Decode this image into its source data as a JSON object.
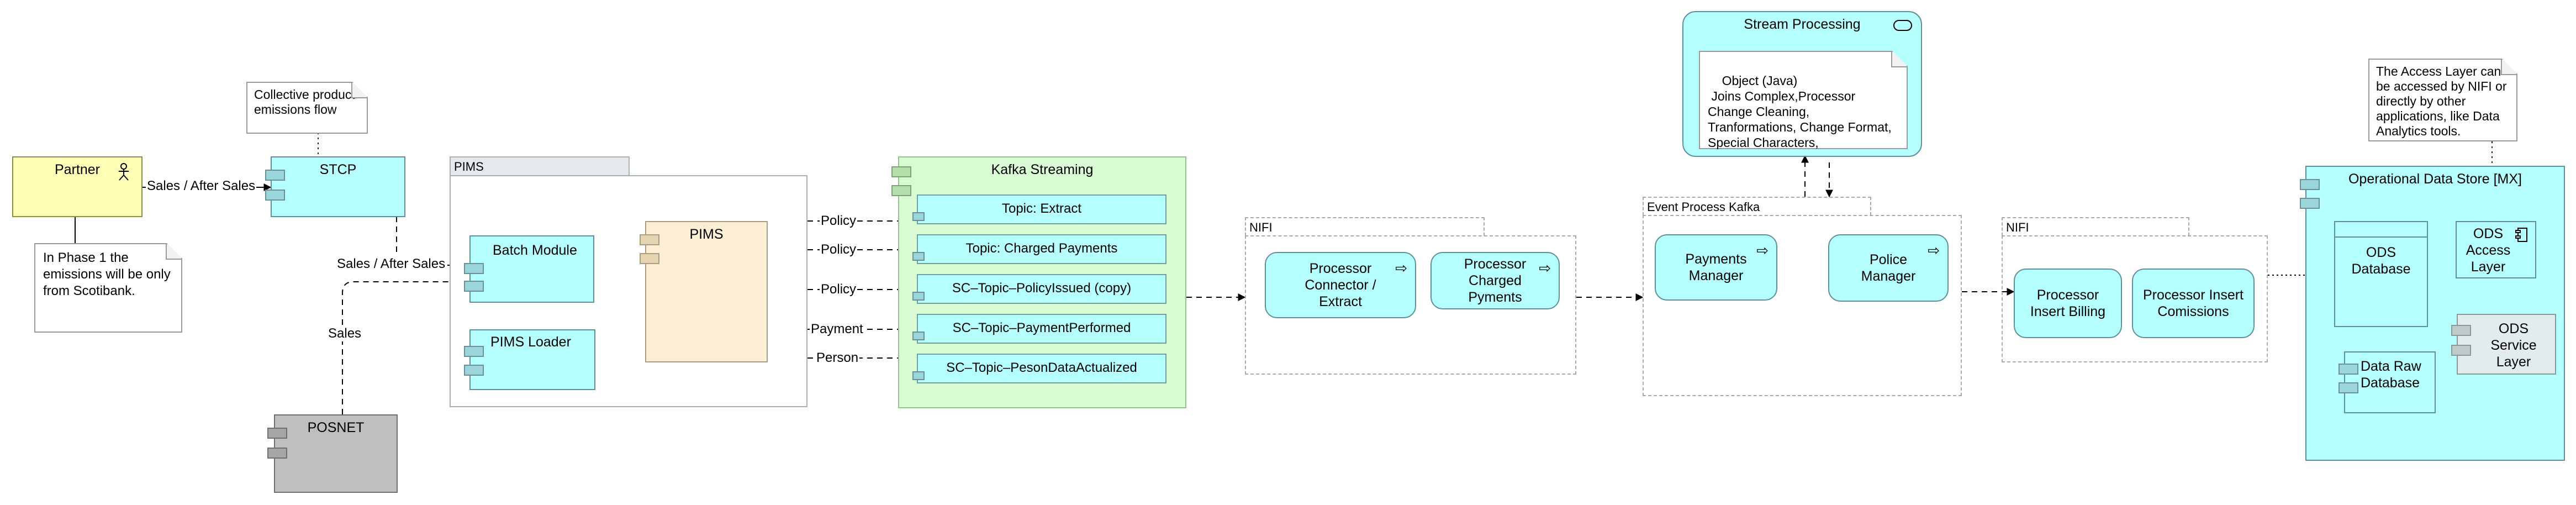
{
  "partner": {
    "label": "Partner"
  },
  "partner_note": {
    "text": "In Phase 1 the emissions will be only from Scotibank."
  },
  "stcp": {
    "label": "STCP"
  },
  "stcp_note": {
    "text": "Collective product emissions flow"
  },
  "posnet": {
    "label": "POSNET"
  },
  "pims_group": {
    "tab": "PIMS"
  },
  "batch_module": {
    "label": "Batch Module"
  },
  "pims_loader": {
    "label": "PIMS Loader"
  },
  "pims_node": {
    "label": "PIMS"
  },
  "kafka": {
    "label": "Kafka Streaming",
    "topics": [
      "Topic: Extract",
      "Topic: Charged Payments",
      "SC–Topic–PolicyIssued (copy)",
      "SC–Topic–PaymentPerformed",
      "SC–Topic–PesonDataActualized"
    ]
  },
  "nifi1": {
    "tab": "NIFI",
    "processors": [
      "Processor Connector / Extract",
      "Processor Charged Pyments"
    ]
  },
  "stream": {
    "label": "Stream Processing",
    "note": "Object (Java)\n Joins Complex,Processor Change Cleaning, Tranformations, Change Format, Special Characters,"
  },
  "event_kafka": {
    "tab": "Event Process Kafka",
    "processors": [
      "Payments Manager",
      "Police Manager"
    ]
  },
  "nifi2": {
    "tab": "NIFI",
    "processors": [
      "Processor Insert Billing",
      "Processor Insert Comissions"
    ]
  },
  "access_note": {
    "text": "The Access Layer can be accessed by NIFI or directly by other applications, like Data Analytics tools."
  },
  "ods": {
    "label": "Operational Data Store [MX]",
    "database": "ODS Database",
    "access_layer": "ODS Access Layer",
    "service_layer": "ODS Service Layer",
    "raw_db": "Data Raw Database"
  },
  "edges": {
    "sales_after_1": "Sales / After Sales",
    "sales_after_2": "Sales / After Sales",
    "sales": "Sales",
    "policy1": "Policy",
    "policy2": "Policy",
    "policy3": "Policy",
    "payment": "Payment",
    "person": "Person"
  },
  "colors": {
    "component": "#b5ffff",
    "kafka": "#d9fbd4",
    "partner": "#ffffb5",
    "posnet": "#bfbfbf",
    "pims": "#fcefd6",
    "ods": "#b5ffff"
  }
}
